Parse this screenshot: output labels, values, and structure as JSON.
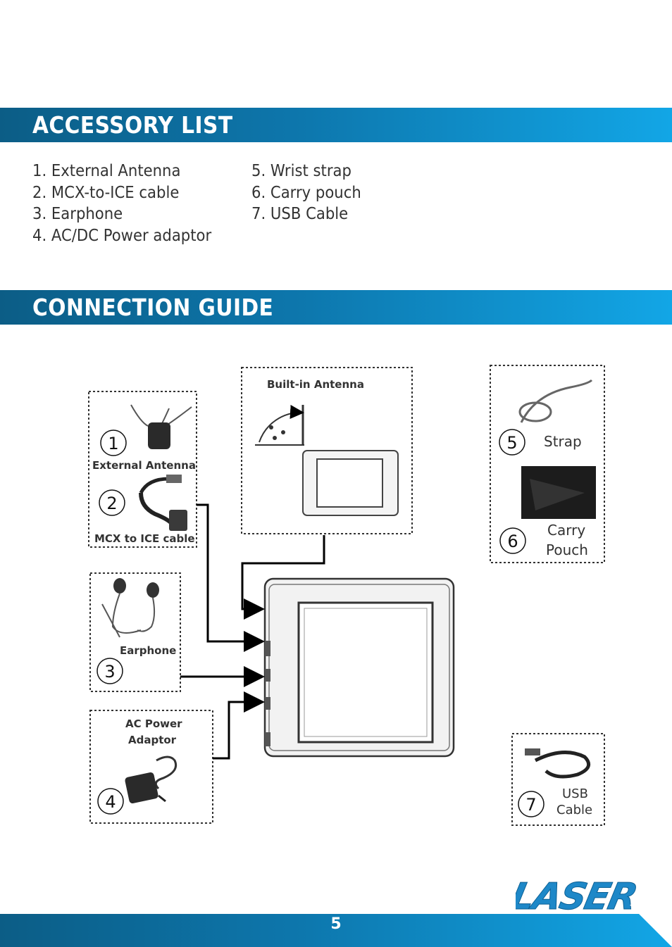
{
  "sections": {
    "accessory_list": {
      "title": "ACCESSORY LIST",
      "items_col1": [
        "1. External Antenna",
        "2. MCX-to-ICE cable",
        "3. Earphone",
        "4. AC/DC Power adaptor"
      ],
      "items_col2": [
        "5. Wrist strap",
        "6. Carry pouch",
        "7. USB Cable"
      ]
    },
    "connection_guide": {
      "title": "CONNECTION GUIDE"
    }
  },
  "diagram": {
    "built_in_antenna": "Built-in Antenna",
    "external_antenna": "External Antenna",
    "mcx_to_ice": "MCX to ICE cable",
    "earphone": "Earphone",
    "ac_power_line1": "AC Power",
    "ac_power_line2": "Adaptor",
    "strap": "Strap",
    "carry_line1": "Carry",
    "carry_line2": "Pouch",
    "usb_line1": "USB",
    "usb_line2": "Cable",
    "numbers": [
      "1",
      "2",
      "3",
      "4",
      "5",
      "6",
      "7"
    ]
  },
  "footer": {
    "page_number": "5",
    "logo_text": "LASER"
  },
  "colors": {
    "bar_dark": "#0c5d86",
    "bar_light": "#12a6e6",
    "logo_blue": "#1e88c8"
  }
}
